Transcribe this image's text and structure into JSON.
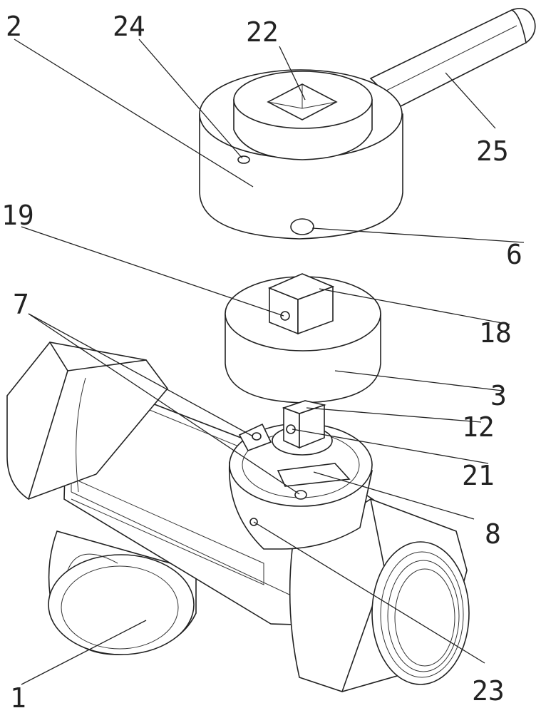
{
  "labels": {
    "l2": "2",
    "l24": "24",
    "l22": "22",
    "l25": "25",
    "l19": "19",
    "l6": "6",
    "l7": "7",
    "l18": "18",
    "l3": "3",
    "l12": "12",
    "l21": "21",
    "l8": "8",
    "l1": "1",
    "l23": "23"
  }
}
